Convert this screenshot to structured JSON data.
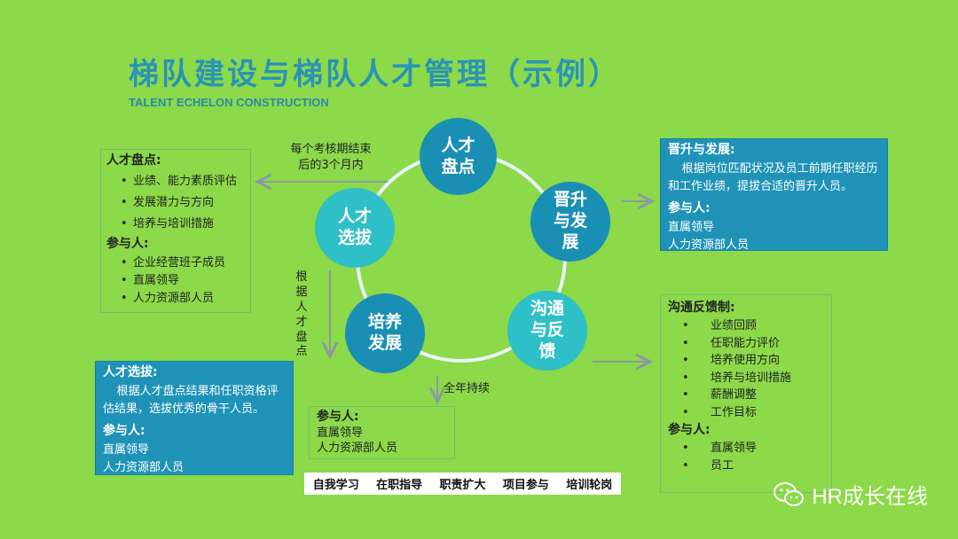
{
  "header": {
    "title": "梯队建设与梯队人才管理（示例）",
    "subtitle": "TALENT ECHELON CONSTRUCTION"
  },
  "nodes": {
    "talent_review": "人才\n盘点",
    "promotion": "晋升\n与发\n展",
    "feedback": "沟通\n与反\n馈",
    "training": "培养\n发展",
    "selection": "人才\n选拔"
  },
  "labels": {
    "timing": "每个考核期结束\n后的3个月内",
    "basis": "根据人才盘点",
    "yearlong": "全年持续"
  },
  "talent_review_box": {
    "heading": "人才盘点:",
    "items": [
      "业绩、能力素质评估",
      "发展潜力与方向",
      "培养与培训措施"
    ],
    "participants_heading": "参与人:",
    "participants": [
      "企业经营班子成员",
      "直属领导",
      "人力资源部人员"
    ]
  },
  "promotion_box": {
    "heading": "晋升与发展:",
    "text": "根据岗位匹配状况及员工前期任职经历和工作业绩，提拔合适的晋升人员。",
    "participants_heading": "参与人:",
    "participants": [
      "直属领导",
      "人力资源部人员"
    ]
  },
  "selection_box": {
    "heading": "人才选拔:",
    "text": "根据人才盘点结果和任职资格评估结果，选拔优秀的骨干人员。",
    "participants_heading": "参与人:",
    "participants": [
      "直属领导",
      "人力资源部人员"
    ]
  },
  "training_box": {
    "participants_heading": "参与人:",
    "participants": [
      "直属领导",
      "人力资源部人员"
    ]
  },
  "feedback_box": {
    "heading": "沟通反馈制:",
    "items": [
      "业绩回顾",
      "任职能力评价",
      "培养使用方向",
      "培养与培训措施",
      "薪酬调整",
      "工作目标"
    ],
    "participants_heading": "参与人:",
    "participants": [
      "直属领导",
      "员工"
    ]
  },
  "activities": [
    "自我学习",
    "在职指导",
    "职责扩大",
    "项目参与",
    "培训轮岗"
  ],
  "watermark": "HR成长在线",
  "colors": {
    "background": "#8cd94a",
    "primary": "#1a8fb4",
    "teal": "#2ec0c6",
    "arrow": "#8a9aa0"
  }
}
